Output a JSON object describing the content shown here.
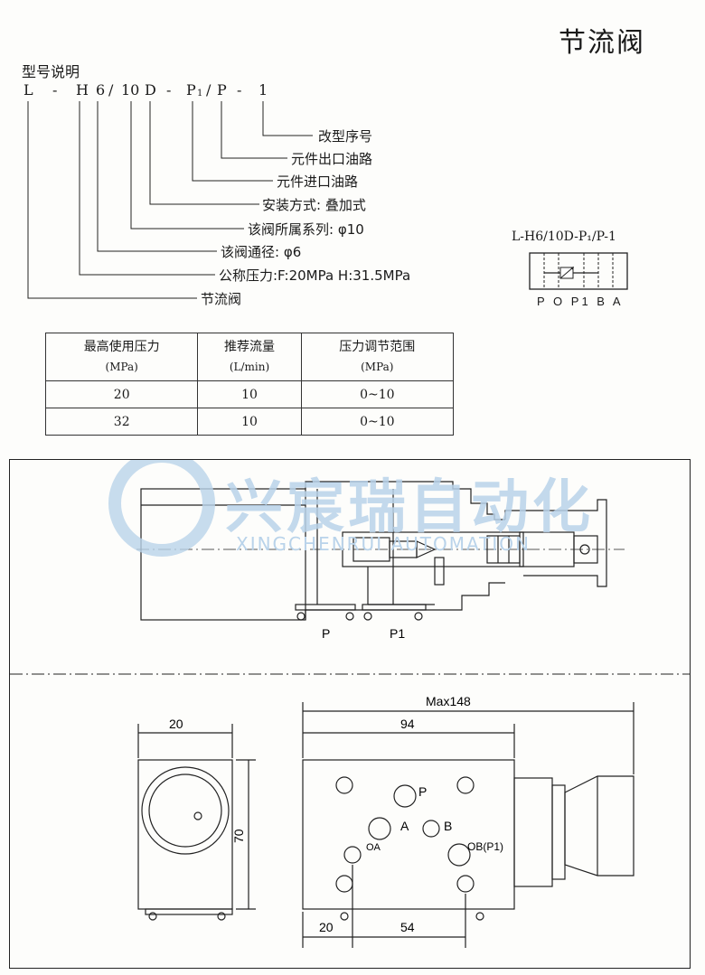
{
  "title": "节流阀",
  "model": {
    "heading": "型号说明",
    "code_parts": [
      "L",
      "-",
      "H",
      "6",
      "/",
      "10",
      "D",
      "-",
      "P",
      "1",
      "/",
      "P",
      "-",
      "1"
    ],
    "legend": [
      "改型序号",
      "元件出口油路",
      "元件进口油路",
      "安装方式: 叠加式",
      "该阀所属系列: φ10",
      "该阀通径: φ6",
      "公称压力:F:20MPa  H:31.5MPa",
      "节流阀"
    ]
  },
  "symbol": {
    "label": "L-H6/10D-P₁/P-1",
    "ports": "P O P1 B A"
  },
  "spec_table": {
    "headers": [
      {
        "label": "最高使用压力",
        "unit": "(MPa)"
      },
      {
        "label": "推荐流量",
        "unit": "(L/min)"
      },
      {
        "label": "压力调节范围",
        "unit": "(MPa)"
      }
    ],
    "rows": [
      [
        "20",
        "10",
        "0~10"
      ],
      [
        "32",
        "10",
        "0~10"
      ]
    ]
  },
  "drawing": {
    "watermark_cn": "兴宸瑞自动化",
    "watermark_en": "XINGCHENRUI AUTOMATION",
    "section_ports": [
      "P",
      "P1"
    ],
    "dim_max": "Max148",
    "dim_94": "94",
    "dim_20_top": "20",
    "dim_70": "70",
    "dim_20_bottom": "20",
    "dim_54": "54",
    "face_labels": {
      "p": "P",
      "a": "A",
      "b": "B",
      "oa": "OA",
      "ob_p1": "OB(P1)"
    }
  }
}
